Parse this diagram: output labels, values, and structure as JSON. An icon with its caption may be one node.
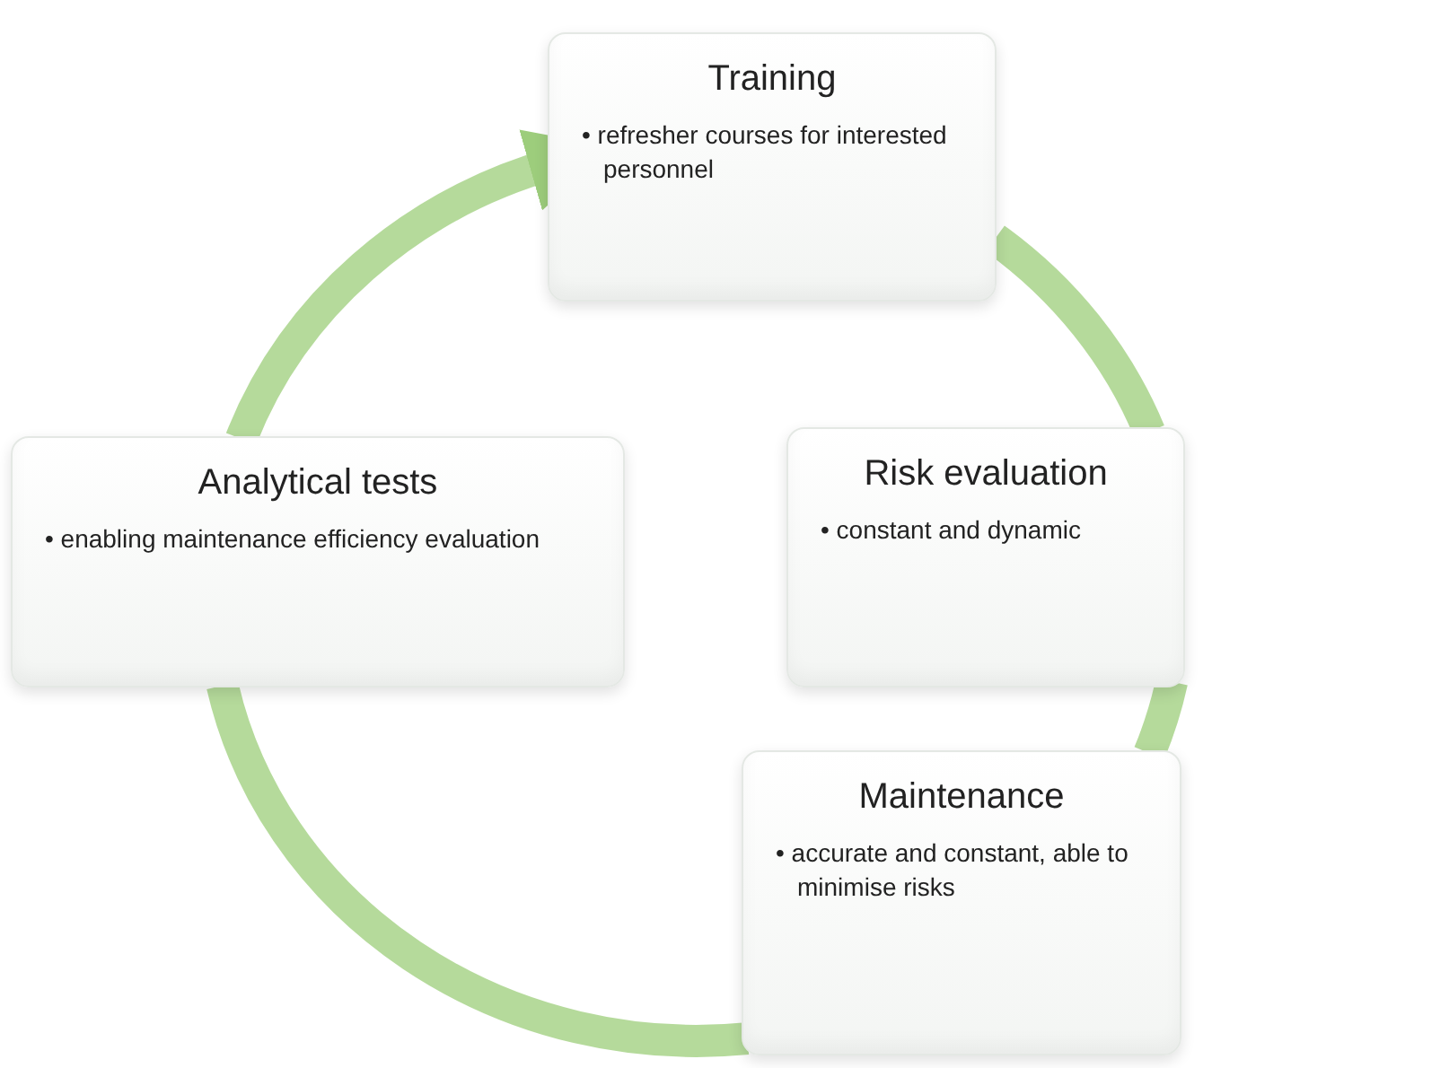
{
  "diagram": {
    "nodes": [
      {
        "text": [
          "Training",
          "• refresher courses for interested personnel"
        ]
      },
      {
        "text": [
          "Risk evaluation",
          "• constant and dynamic"
        ]
      },
      {
        "text": [
          "Maintenance",
          "• accurate and constant, able to minimise risks"
        ]
      },
      {
        "text": [
          "Analytical tests",
          "• enabling maintenance efficiency evaluation"
        ]
      }
    ],
    "edges": [
      {
        "from": 0,
        "to": 1,
        "arrow": "none"
      },
      {
        "from": 1,
        "to": 2,
        "arrow": "none"
      },
      {
        "from": 2,
        "to": 3,
        "arrow": "none"
      },
      {
        "from": 3,
        "to": 0,
        "arrow": "to"
      }
    ]
  }
}
